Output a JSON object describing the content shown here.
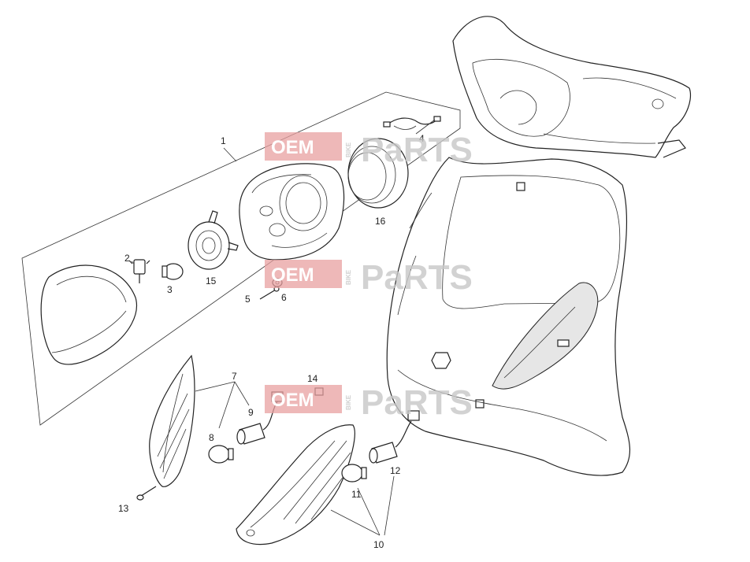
{
  "watermark": {
    "left": "OEM",
    "middle": "BIKE",
    "right": "PaRTS",
    "box_color": "#e8a0a0",
    "text_color": "#c8c8c8",
    "accent_color": "#c85a5a"
  },
  "callouts": {
    "c1": "1",
    "c2": "2",
    "c3": "3",
    "c4": "4",
    "c5": "5",
    "c6": "6",
    "c7": "7",
    "c8": "8",
    "c9": "9",
    "c10": "10",
    "c11": "11",
    "c12": "12",
    "c13": "13",
    "c14": "14",
    "c15": "15",
    "c16": "16"
  }
}
